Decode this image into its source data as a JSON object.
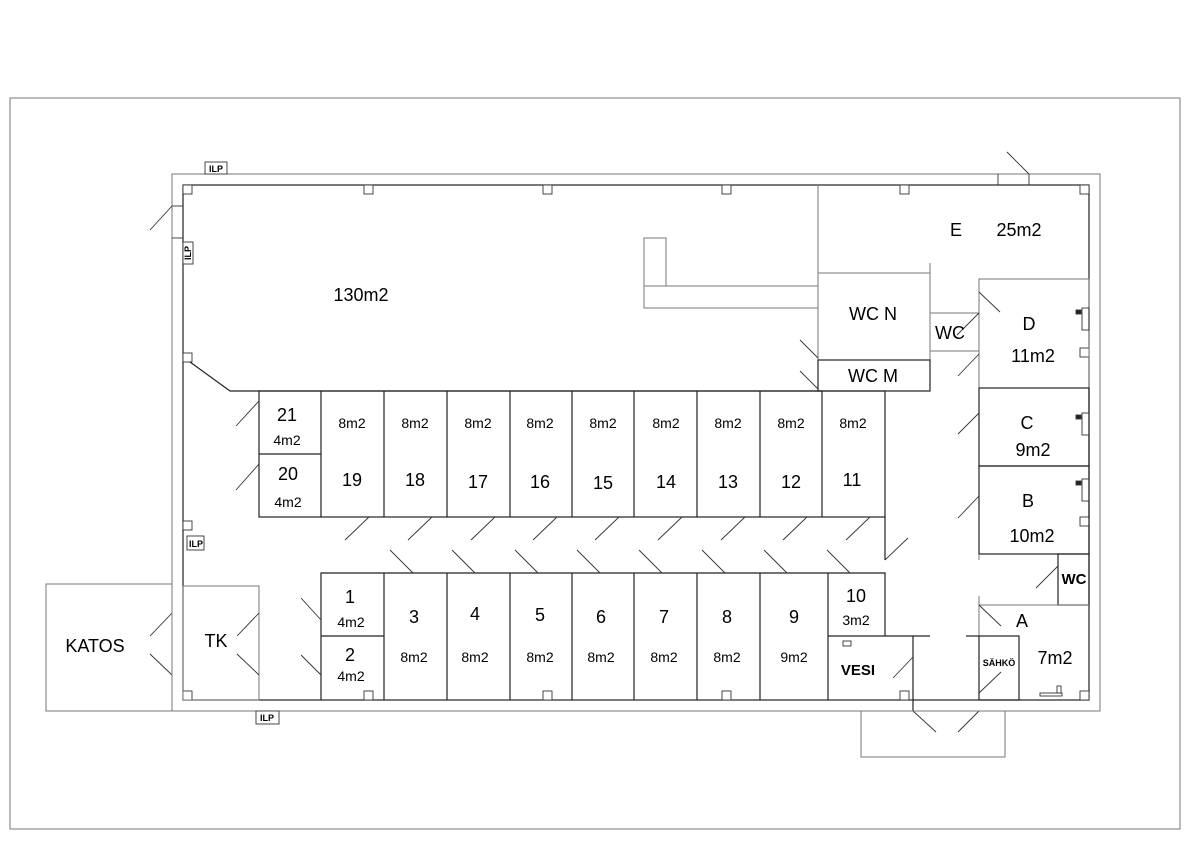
{
  "plan": {
    "main_hall": "130m2",
    "room_e": {
      "name": "E",
      "area": "25m2"
    },
    "wc_n": "WC N",
    "wc_m": "WC M",
    "wc_small": "WC",
    "room_d": {
      "name": "D",
      "area": "11m2"
    },
    "room_c": {
      "name": "C",
      "area": "9m2"
    },
    "room_b": {
      "name": "B",
      "area": "10m2"
    },
    "wc_right": "WC",
    "room_a": {
      "name": "A",
      "area": "7m2"
    },
    "sahko": "SÄHKÖ",
    "vesi": "VESI",
    "katos": "KATOS",
    "tk": "TK",
    "ilp": [
      "ILP",
      "ILP",
      "ILP",
      "ILP"
    ],
    "top_units": [
      {
        "num": "21",
        "area": "4m2"
      },
      {
        "num": "20",
        "area": "4m2"
      },
      {
        "num": "19",
        "area": "8m2"
      },
      {
        "num": "18",
        "area": "8m2"
      },
      {
        "num": "17",
        "area": "8m2"
      },
      {
        "num": "16",
        "area": "8m2"
      },
      {
        "num": "15",
        "area": "8m2"
      },
      {
        "num": "14",
        "area": "8m2"
      },
      {
        "num": "13",
        "area": "8m2"
      },
      {
        "num": "12",
        "area": "8m2"
      },
      {
        "num": "11",
        "area": "8m2"
      }
    ],
    "bottom_units": [
      {
        "num": "1",
        "area": "4m2"
      },
      {
        "num": "2",
        "area": "4m2"
      },
      {
        "num": "3",
        "area": "8m2"
      },
      {
        "num": "4",
        "area": "8m2"
      },
      {
        "num": "5",
        "area": "8m2"
      },
      {
        "num": "6",
        "area": "8m2"
      },
      {
        "num": "7",
        "area": "8m2"
      },
      {
        "num": "8",
        "area": "8m2"
      },
      {
        "num": "9",
        "area": "9m2"
      },
      {
        "num": "10",
        "area": "3m2"
      }
    ]
  }
}
